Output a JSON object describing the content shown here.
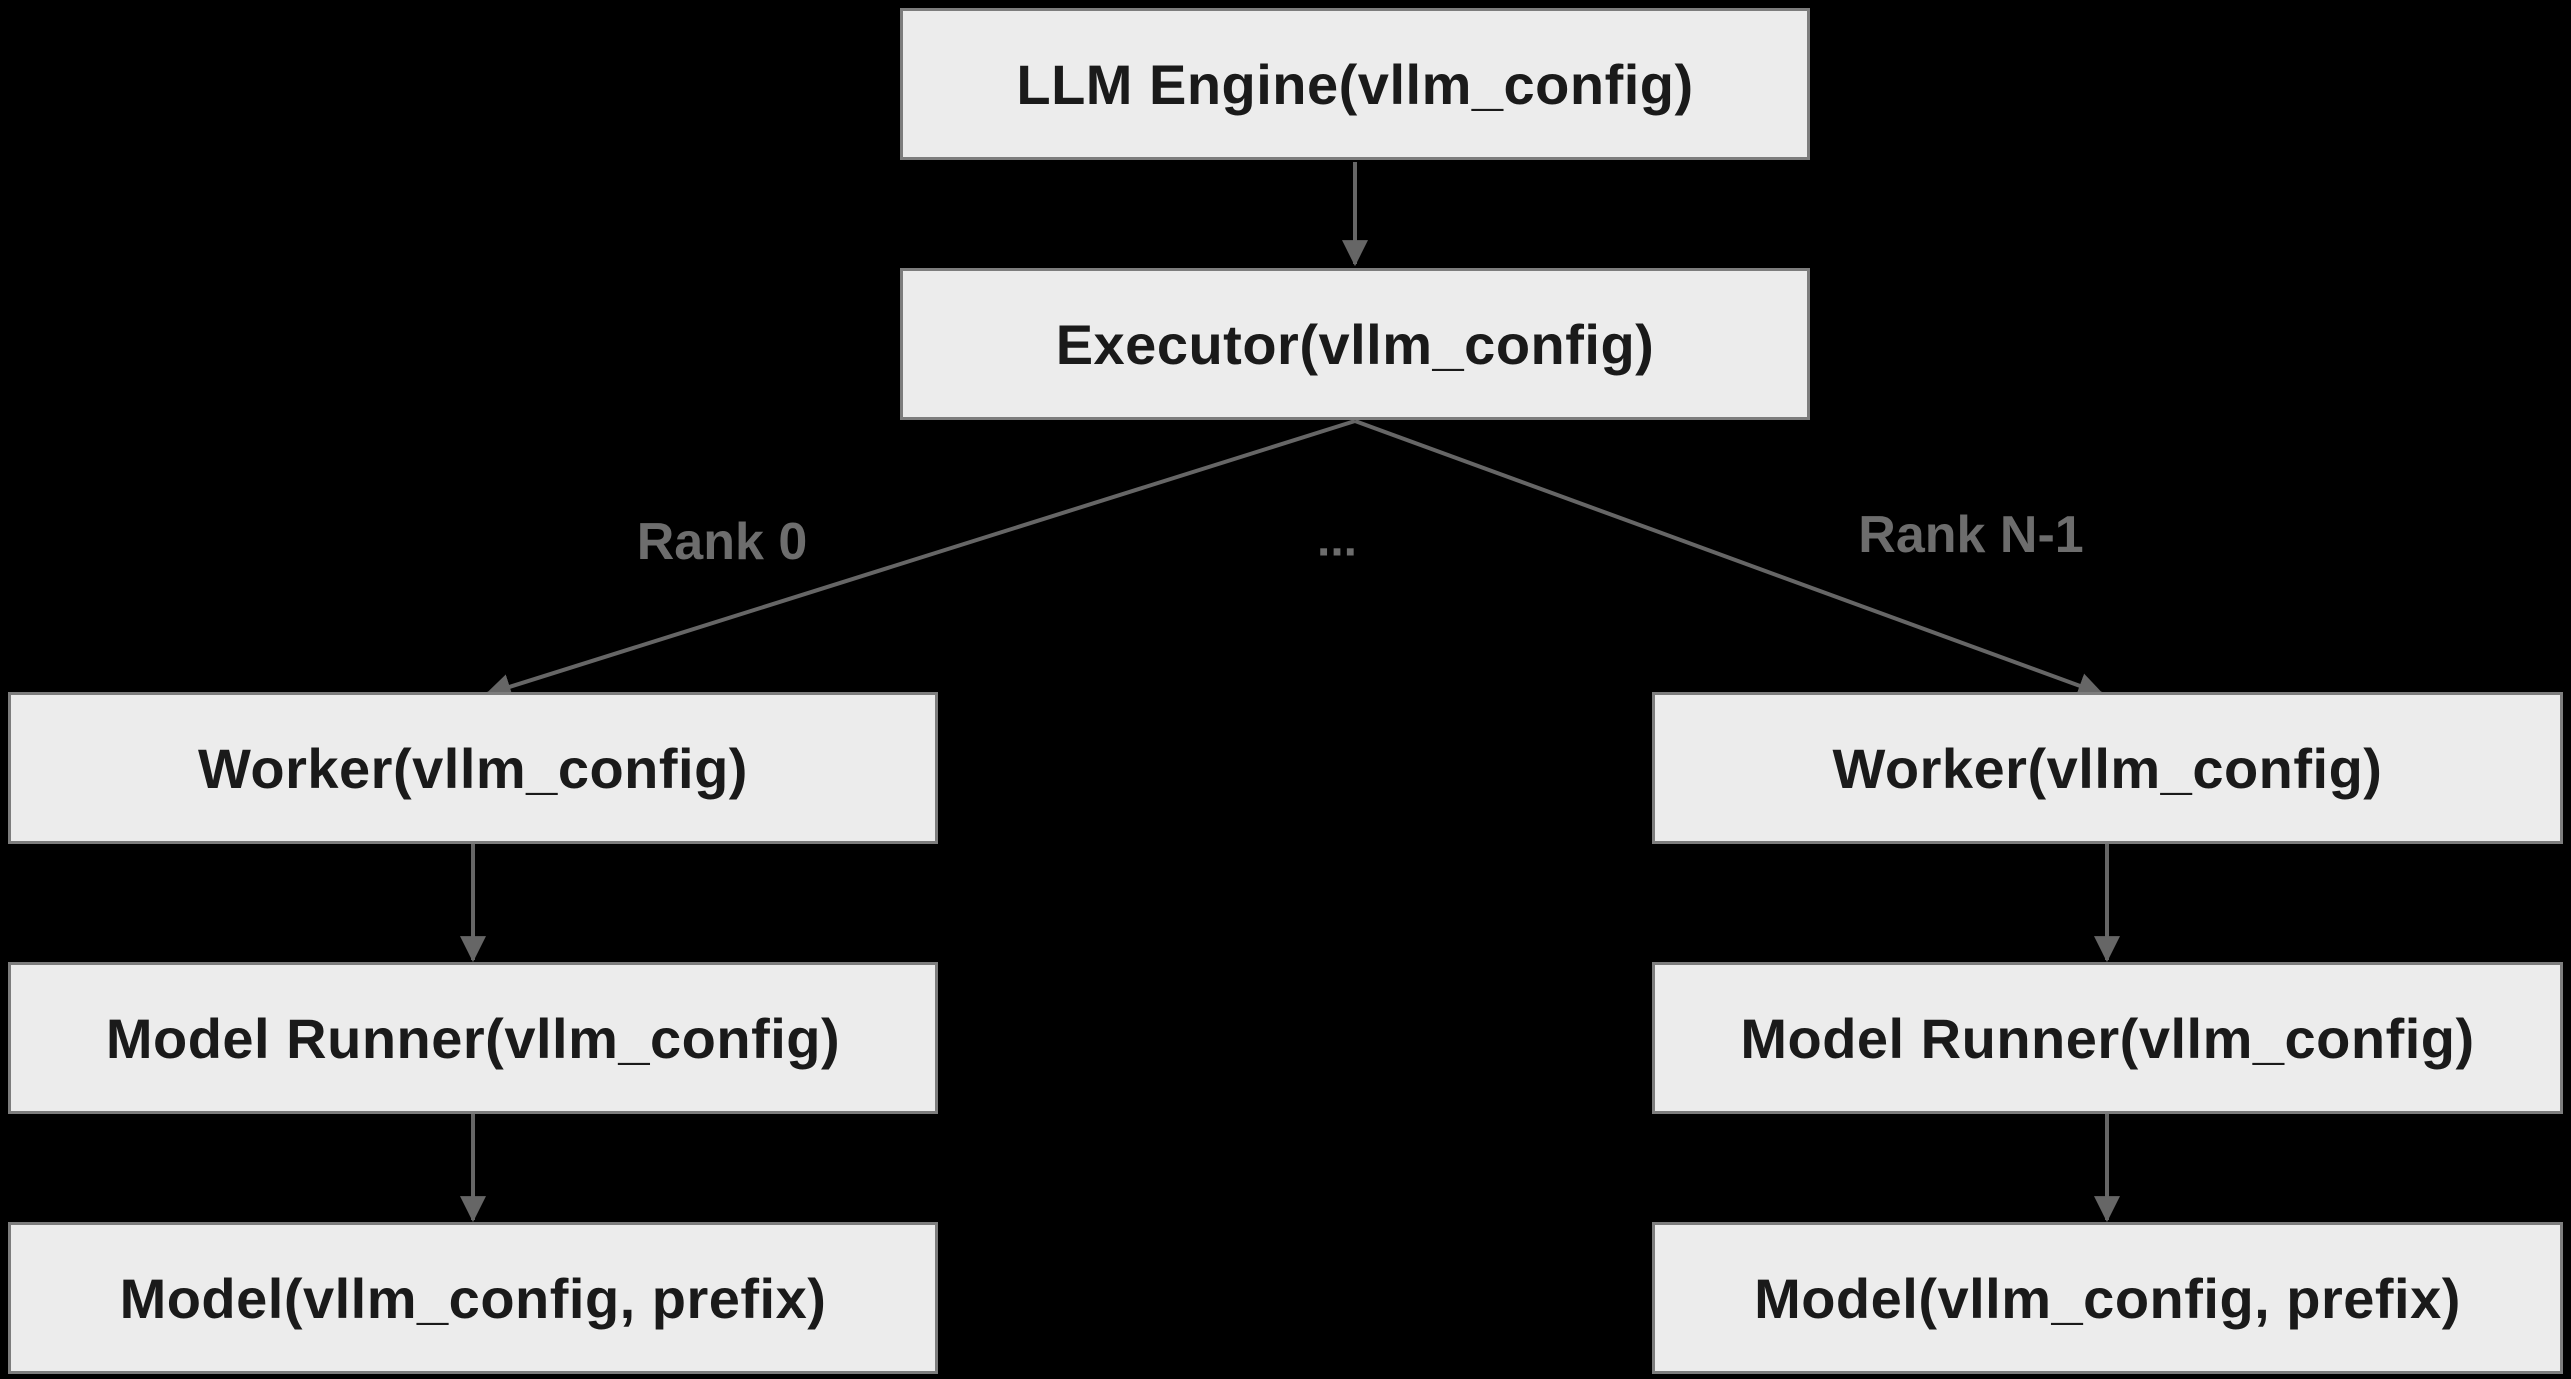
{
  "diagram": {
    "type": "flowchart",
    "background": "#000000",
    "colors": {
      "node_fill": "#ececec",
      "node_border": "#7d7d7d",
      "node_text": "#1a1a1a",
      "edge": "#666666",
      "edge_label": "#6d6d6d"
    },
    "nodes": [
      {
        "id": "llm-engine",
        "label": "LLM Engine(vllm_config)"
      },
      {
        "id": "executor",
        "label": "Executor(vllm_config)"
      },
      {
        "id": "worker-rank0",
        "label": "Worker(vllm_config)"
      },
      {
        "id": "worker-rankN",
        "label": "Worker(vllm_config)"
      },
      {
        "id": "model-runner-rank0",
        "label": "Model Runner(vllm_config)"
      },
      {
        "id": "model-runner-rankN",
        "label": "Model Runner(vllm_config)"
      },
      {
        "id": "model-rank0",
        "label": "Model(vllm_config, prefix)"
      },
      {
        "id": "model-rankN",
        "label": "Model(vllm_config, prefix)"
      }
    ],
    "edge_labels": {
      "rank0": "Rank 0",
      "ellipsis": "...",
      "rank_n": "Rank N-1"
    }
  }
}
